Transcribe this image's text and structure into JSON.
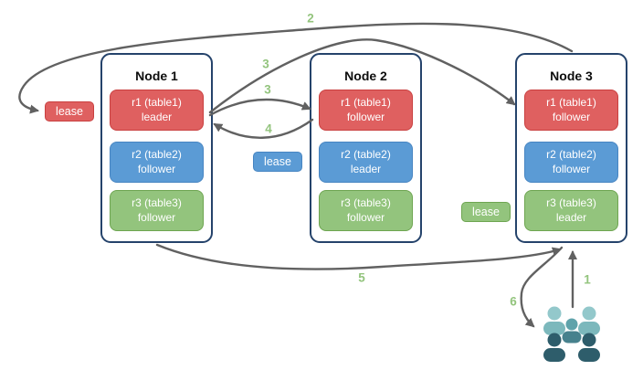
{
  "palette": {
    "node-border": "#25436B",
    "red-fill": "#DF6060",
    "red-border": "#C94040",
    "blue-fill": "#5B9BD5",
    "blue-border": "#4785C2",
    "green-fill": "#93C47D",
    "green-border": "#6EA551",
    "arrow-gray": "#616161",
    "step-green": "#93C47D",
    "users-light-head": "#93C8CB",
    "users-light-body": "#7CB8BC",
    "users-mid-head": "#5FA3AB",
    "users-mid-body": "#47818D",
    "users-dark": "#2E5D6B"
  },
  "nodes": [
    {
      "title": "Node 1",
      "replicas": [
        {
          "name": "r1 (table1)",
          "role": "leader"
        },
        {
          "name": "r2 (table2)",
          "role": "follower"
        },
        {
          "name": "r3 (table3)",
          "role": "follower"
        }
      ]
    },
    {
      "title": "Node 2",
      "replicas": [
        {
          "name": "r1 (table1)",
          "role": "follower"
        },
        {
          "name": "r2 (table2)",
          "role": "leader"
        },
        {
          "name": "r3 (table3)",
          "role": "follower"
        }
      ]
    },
    {
      "title": "Node 3",
      "replicas": [
        {
          "name": "r1 (table1)",
          "role": "follower"
        },
        {
          "name": "r2 (table2)",
          "role": "follower"
        },
        {
          "name": "r3 (table3)",
          "role": "leader"
        }
      ]
    }
  ],
  "leases": [
    {
      "label": "lease",
      "color": "red"
    },
    {
      "label": "lease",
      "color": "blue"
    },
    {
      "label": "lease",
      "color": "green"
    }
  ],
  "steps": [
    "1",
    "2",
    "3",
    "3",
    "4",
    "5",
    "6"
  ],
  "icons": {
    "users": "users-group-icon"
  }
}
